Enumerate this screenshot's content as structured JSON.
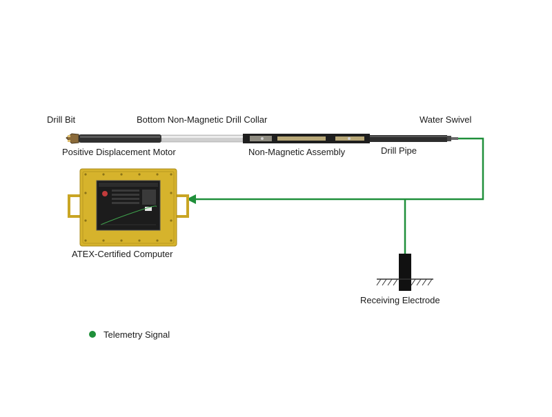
{
  "labels": {
    "drill_bit": "Drill Bit",
    "bottom_collar": "Bottom Non-Magnetic Drill Collar",
    "water_swivel": "Water Swivel",
    "pdm": "Positive Displacement Motor",
    "nm_assembly": "Non-Magnetic Assembly",
    "drill_pipe": "Drill Pipe",
    "computer": "ATEX-Certified Computer",
    "electrode": "Receiving Electrode"
  },
  "legend": {
    "label": "Telemetry Signal",
    "icon": "green-dot-icon"
  },
  "colors": {
    "signal": "#1f8f3a",
    "computer_body": "#d6b32c",
    "pipe": "#2b2b2b",
    "collar": "#c9c9c9"
  }
}
